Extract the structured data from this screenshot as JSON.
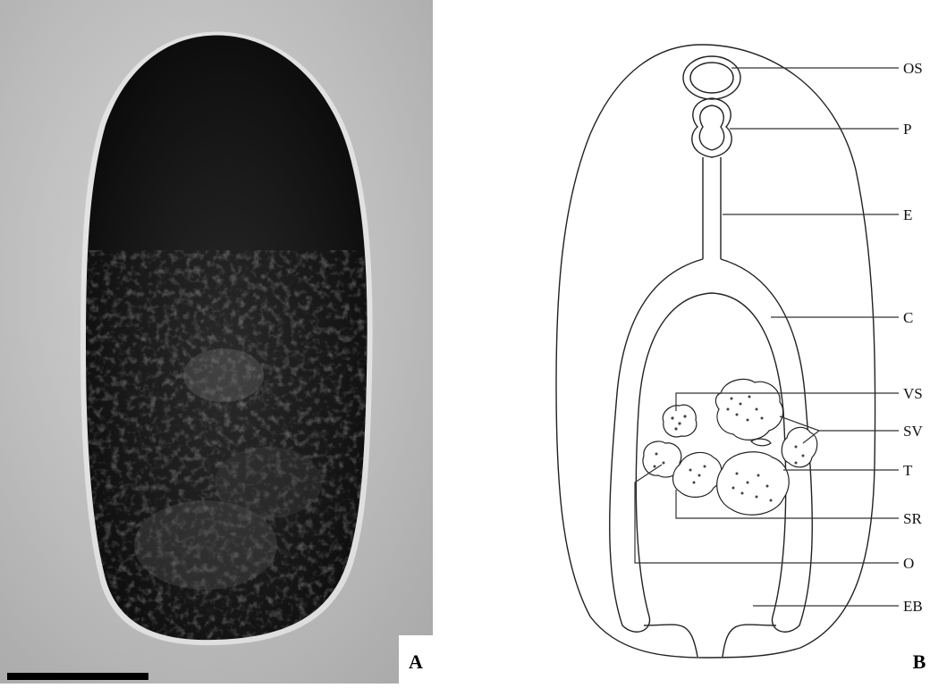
{
  "panel_a": {
    "letter": "A"
  },
  "panel_b": {
    "letter": "B",
    "labels": [
      "OS",
      "P",
      "E",
      "C",
      "VS",
      "SV",
      "T",
      "SR",
      "O",
      "EB"
    ]
  }
}
